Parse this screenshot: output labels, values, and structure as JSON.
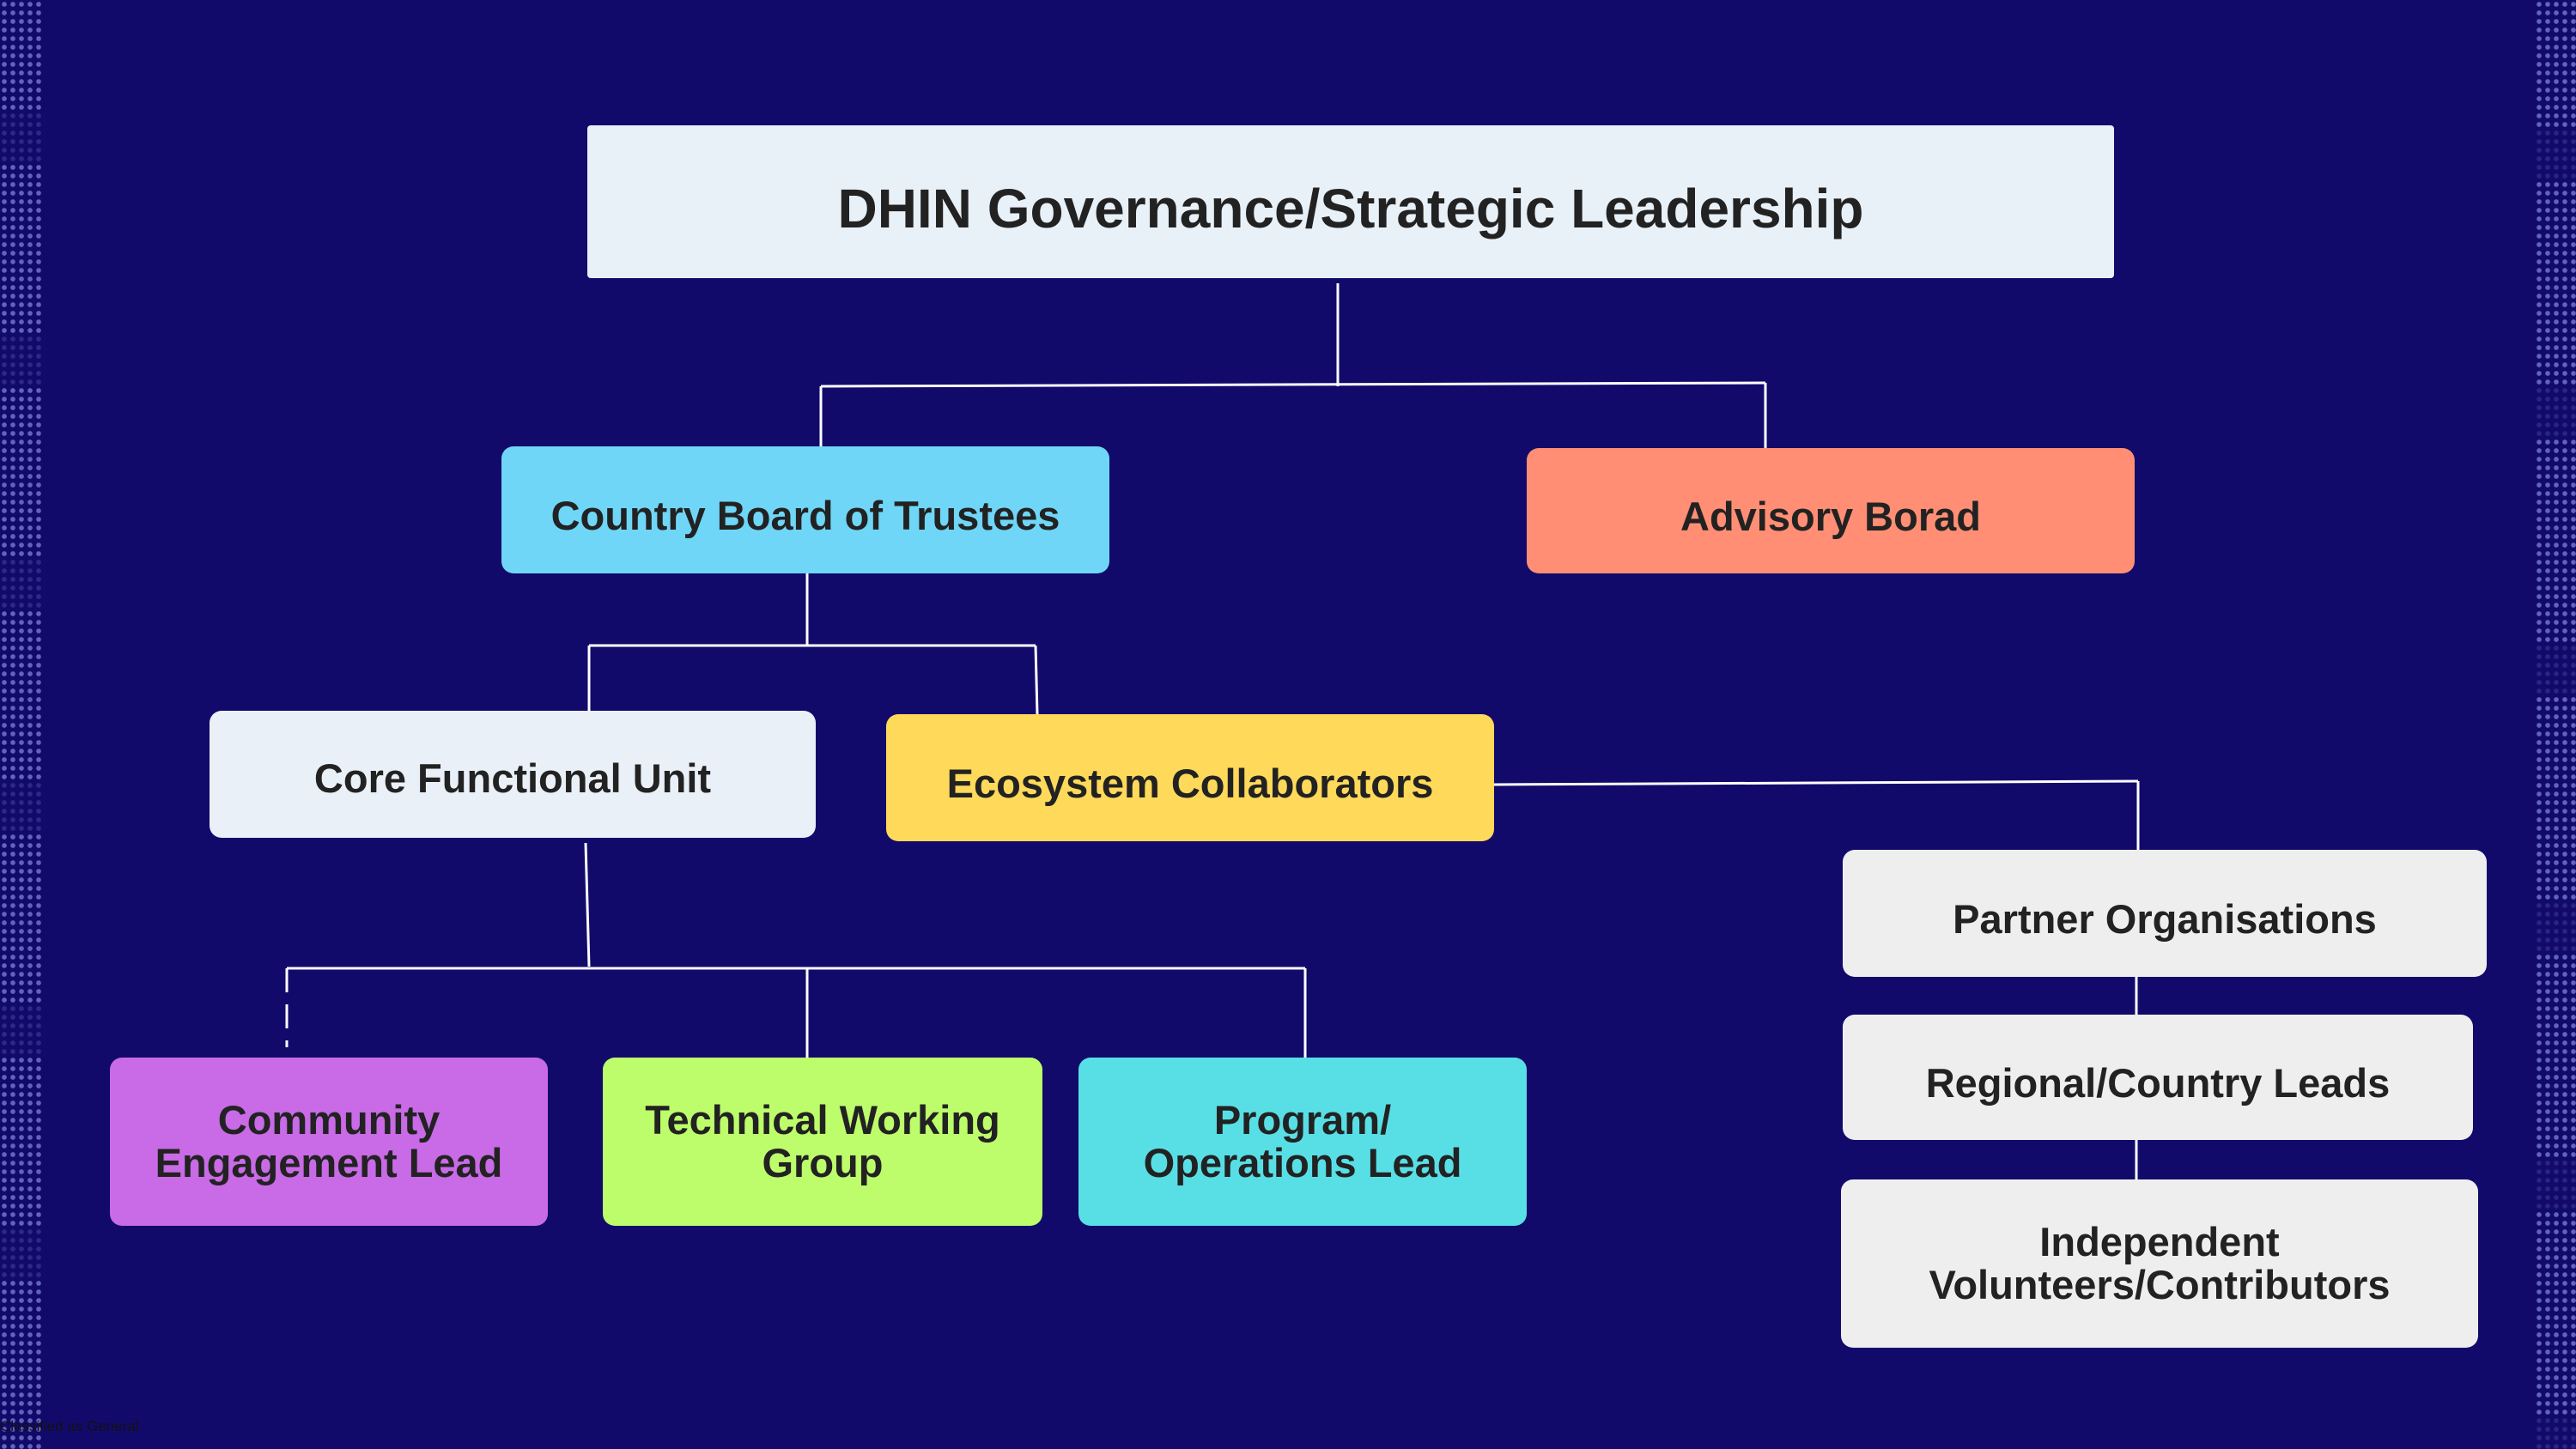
{
  "colors": {
    "background": "#120a6b",
    "connector": "#ffffff",
    "governance": "#e8f0f8",
    "trustees": "#6fd6f7",
    "advisory": "#ff8e74",
    "core": "#eaf0f7",
    "ecosystem": "#ffd95a",
    "community": "#c96ae6",
    "technical": "#bdfd6b",
    "program": "#58dfe6",
    "partner": "#eeeeee"
  },
  "chart": {
    "top": "DHIN Governance/Strategic Leadership",
    "level2": {
      "trustees": "Country Board of Trustees",
      "advisory": "Advisory Borad"
    },
    "level3": {
      "core": "Core Functional Unit",
      "ecosystem": "Ecosystem Collaborators"
    },
    "core_units": {
      "community": [
        "Community",
        "Engagement Lead"
      ],
      "technical": [
        "Technical Working",
        "Group"
      ],
      "program": [
        "Program/",
        "Operations Lead"
      ]
    },
    "ecosystem_chain": {
      "partner": "Partner Organisations",
      "regional": "Regional/Country Leads",
      "independent": [
        "Independent",
        "Volunteers/Contributors"
      ]
    }
  },
  "footer": "Classified as General"
}
